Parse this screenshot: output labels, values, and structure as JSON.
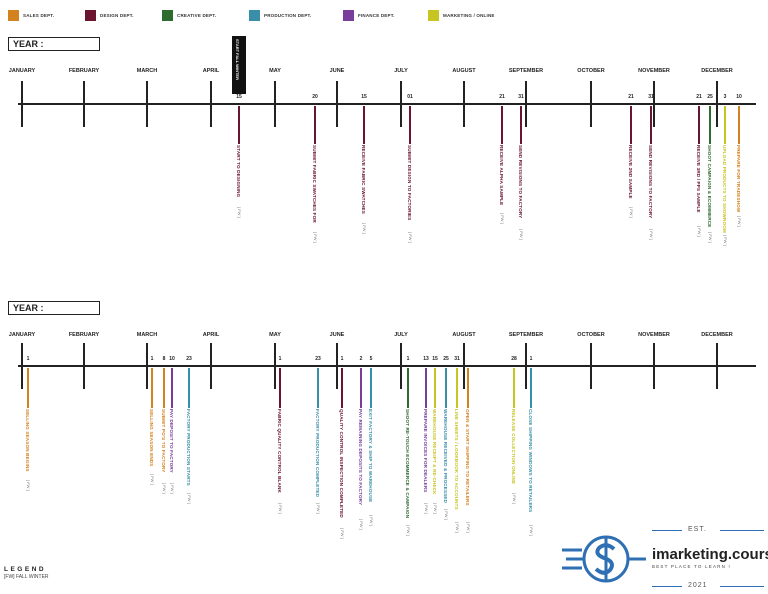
{
  "legend": [
    {
      "label": "SALES DEPT.",
      "color": "#d4821f"
    },
    {
      "label": "DESIGN DEPT.",
      "color": "#6b1430"
    },
    {
      "label": "CREATIVE DEPT.",
      "color": "#2e6b2f"
    },
    {
      "label": "PRODUCTION DEPT.",
      "color": "#3a8fa8"
    },
    {
      "label": "FINANCE DEPT.",
      "color": "#7a3d9c"
    },
    {
      "label": "MARKETING / ONLINE",
      "color": "#c7c522"
    }
  ],
  "timelines": [
    {
      "year_label": "YEAR :",
      "months": [
        "JANUARY",
        "FEBRUARY",
        "MARCH",
        "APRIL",
        "MAY",
        "JUNE",
        "JULY",
        "AUGUST",
        "SEPTEMBER",
        "OCTOBER",
        "NOVEMBER",
        "DECEMBER"
      ],
      "events": [
        {
          "day": "15",
          "text": "START TO DESIGNING",
          "dept": "DESIGN DEPT.",
          "season": "[ FW ]"
        },
        {
          "day": "20",
          "text": "SUBMIT FABRIC SWATCHES FOR",
          "dept": "DESIGN DEPT.",
          "season": "[ FW ]"
        },
        {
          "day": "15",
          "text": "RECEIVE FABRIC SWATCHES",
          "dept": "DESIGN DEPT.",
          "season": "[ FW ]"
        },
        {
          "day": "01",
          "text": "SUBMIT DESIGN TO FACTORIES",
          "dept": "DESIGN DEPT.",
          "season": "[ FW ]"
        },
        {
          "day": "21",
          "text": "RECEIVE ALPHA SAMPLE",
          "dept": "DESIGN DEPT.",
          "season": "[ FW ]"
        },
        {
          "day": "31",
          "text": "SEND REVISIONS TO FACTORY",
          "dept": "DESIGN DEPT.",
          "season": "[ FW ]"
        },
        {
          "day": "21",
          "text": "RECEIVE 2ND SAMPLE",
          "dept": "DESIGN DEPT.",
          "season": "[ FW ]"
        },
        {
          "day": "31",
          "text": "SEND REVISIONS TO FACTORY",
          "dept": "DESIGN DEPT.",
          "season": "[ FW ]"
        },
        {
          "day": "21",
          "text": "RECEIVE 3RD / PPS SAMPLE",
          "dept": "DESIGN DEPT.",
          "season": "[ FW ]"
        },
        {
          "day": "25",
          "text": "SHOOT CAMPAIGN & ECOMMERCE",
          "dept": "CREATIVE DEPT.",
          "season": "[ FW ]"
        },
        {
          "day": "3",
          "text": "UPLOAD PRODUCTS TO SHOWROOM",
          "dept": "MARKETING / ONLINE",
          "season": "[ FW ]"
        },
        {
          "day": "10",
          "text": "PREPARE FOR TRADESHOW",
          "dept": "SALES DEPT.",
          "season": "[ FW ]"
        }
      ]
    },
    {
      "year_label": "YEAR :",
      "months": [
        "JANUARY",
        "FEBRUARY",
        "MARCH",
        "APRIL",
        "MAY",
        "JUNE",
        "JULY",
        "AUGUST",
        "SEPTEMBER",
        "OCTOBER",
        "NOVEMBER",
        "DECEMBER"
      ],
      "events": [
        {
          "day": "1",
          "text": "SELLING SEASON BEGINS",
          "dept": "SALES DEPT.",
          "season": "[ FW ]"
        },
        {
          "day": "1",
          "text": "SELLING SEASON ENDS",
          "dept": "SALES DEPT.",
          "season": "[ FW ]"
        },
        {
          "day": "8",
          "text": "SUBMIT PO'S TO FACTORY",
          "dept": "SALES DEPT.",
          "season": "[ FW ]"
        },
        {
          "day": "10",
          "text": "PAY DEPOSIT TO FACTORY",
          "dept": "FINANCE DEPT.",
          "season": "[ FW ]"
        },
        {
          "day": "23",
          "text": "FACTORY PRODUCTION STARTS",
          "dept": "PRODUCTION DEPT.",
          "season": "[ FW ]"
        },
        {
          "day": "1",
          "text": "FABRIC QUALITY CONTROL BLANK",
          "dept": "DESIGN DEPT.",
          "season": "[ FW ]"
        },
        {
          "day": "23",
          "text": "FACTORY PRODUCTION COMPLETED",
          "dept": "PRODUCTION DEPT.",
          "season": "[ FW ]"
        },
        {
          "day": "1",
          "text": "QUALITY CONTROL INSPECTION COMPLETED",
          "dept": "DESIGN DEPT.",
          "season": "[ FW ]"
        },
        {
          "day": "2",
          "text": "PAY REMAINING DEPOSITS TO FACTORY",
          "dept": "FINANCE DEPT.",
          "season": "[ FW ]"
        },
        {
          "day": "5",
          "text": "EXIT FACTORY & SHIP TO WAREHOUSE",
          "dept": "PRODUCTION DEPT.",
          "season": "[ FW ]"
        },
        {
          "day": "1",
          "text": "SHOOT RE-TOUCH ECOMMERCE & CAMPAIGN",
          "dept": "CREATIVE DEPT.",
          "season": "[ FW ]"
        },
        {
          "day": "13",
          "text": "PREPARE INVOICES FOR DEALERS",
          "dept": "FINANCE DEPT.",
          "season": "[ FW ]"
        },
        {
          "day": "15",
          "text": "WAREHOUSE RECEIPT & RE-CHECK",
          "dept": "MARKETING / ONLINE",
          "season": "[ FW ]"
        },
        {
          "day": "25",
          "text": "WAREHOUSE RECEIVED & PROCESSED",
          "dept": "PRODUCTION DEPT.",
          "season": "[ FW ]"
        },
        {
          "day": "31",
          "text": "LINE SHEETS / LOOKBOOK TO ACCOUNTS",
          "dept": "MARKETING / ONLINE",
          "season": "[ FW ]"
        },
        {
          "day": "",
          "text": "OPEN & START SHIPPING TO RETAILERS",
          "dept": "SALES DEPT.",
          "season": "[ FW ]"
        },
        {
          "day": "28",
          "text": "RELEASE COLLECTION ONLINE",
          "dept": "MARKETING / ONLINE",
          "season": "[ FW ]"
        },
        {
          "day": "1",
          "text": "CLOSE SHIPPING WINDOWS TO RETAILERS",
          "dept": "PRODUCTION DEPT.",
          "season": "[ FW ]"
        }
      ]
    }
  ],
  "marker": {
    "text": "START FALL WINTER"
  },
  "legend_bottom": {
    "title": "LEGEND",
    "item": "[FW] FALL WINTER"
  },
  "brand": {
    "name": "imarketing.courses",
    "tagline": "BEST PLACE TO LEARN !",
    "est": "EST.",
    "year": "2021",
    "icon": "dollar-circuit-icon"
  }
}
